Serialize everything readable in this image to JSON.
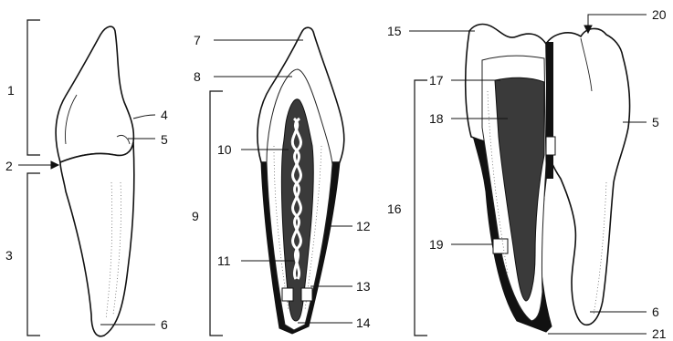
{
  "labels": {
    "l1": "1",
    "l2": "2",
    "l3": "3",
    "l4": "4",
    "l5a": "5",
    "l6a": "6",
    "l7": "7",
    "l8": "8",
    "l9": "9",
    "l10": "10",
    "l11": "11",
    "l12": "12",
    "l13": "13",
    "l14": "14",
    "l15": "15",
    "l16": "16",
    "l17": "17",
    "l18": "18",
    "l19": "19",
    "l20": "20",
    "l5b": "5",
    "l6b": "6",
    "l21": "21"
  },
  "colors": {
    "ink": "#111111",
    "background": "#ffffff",
    "pulp": "#3a3a3a"
  }
}
